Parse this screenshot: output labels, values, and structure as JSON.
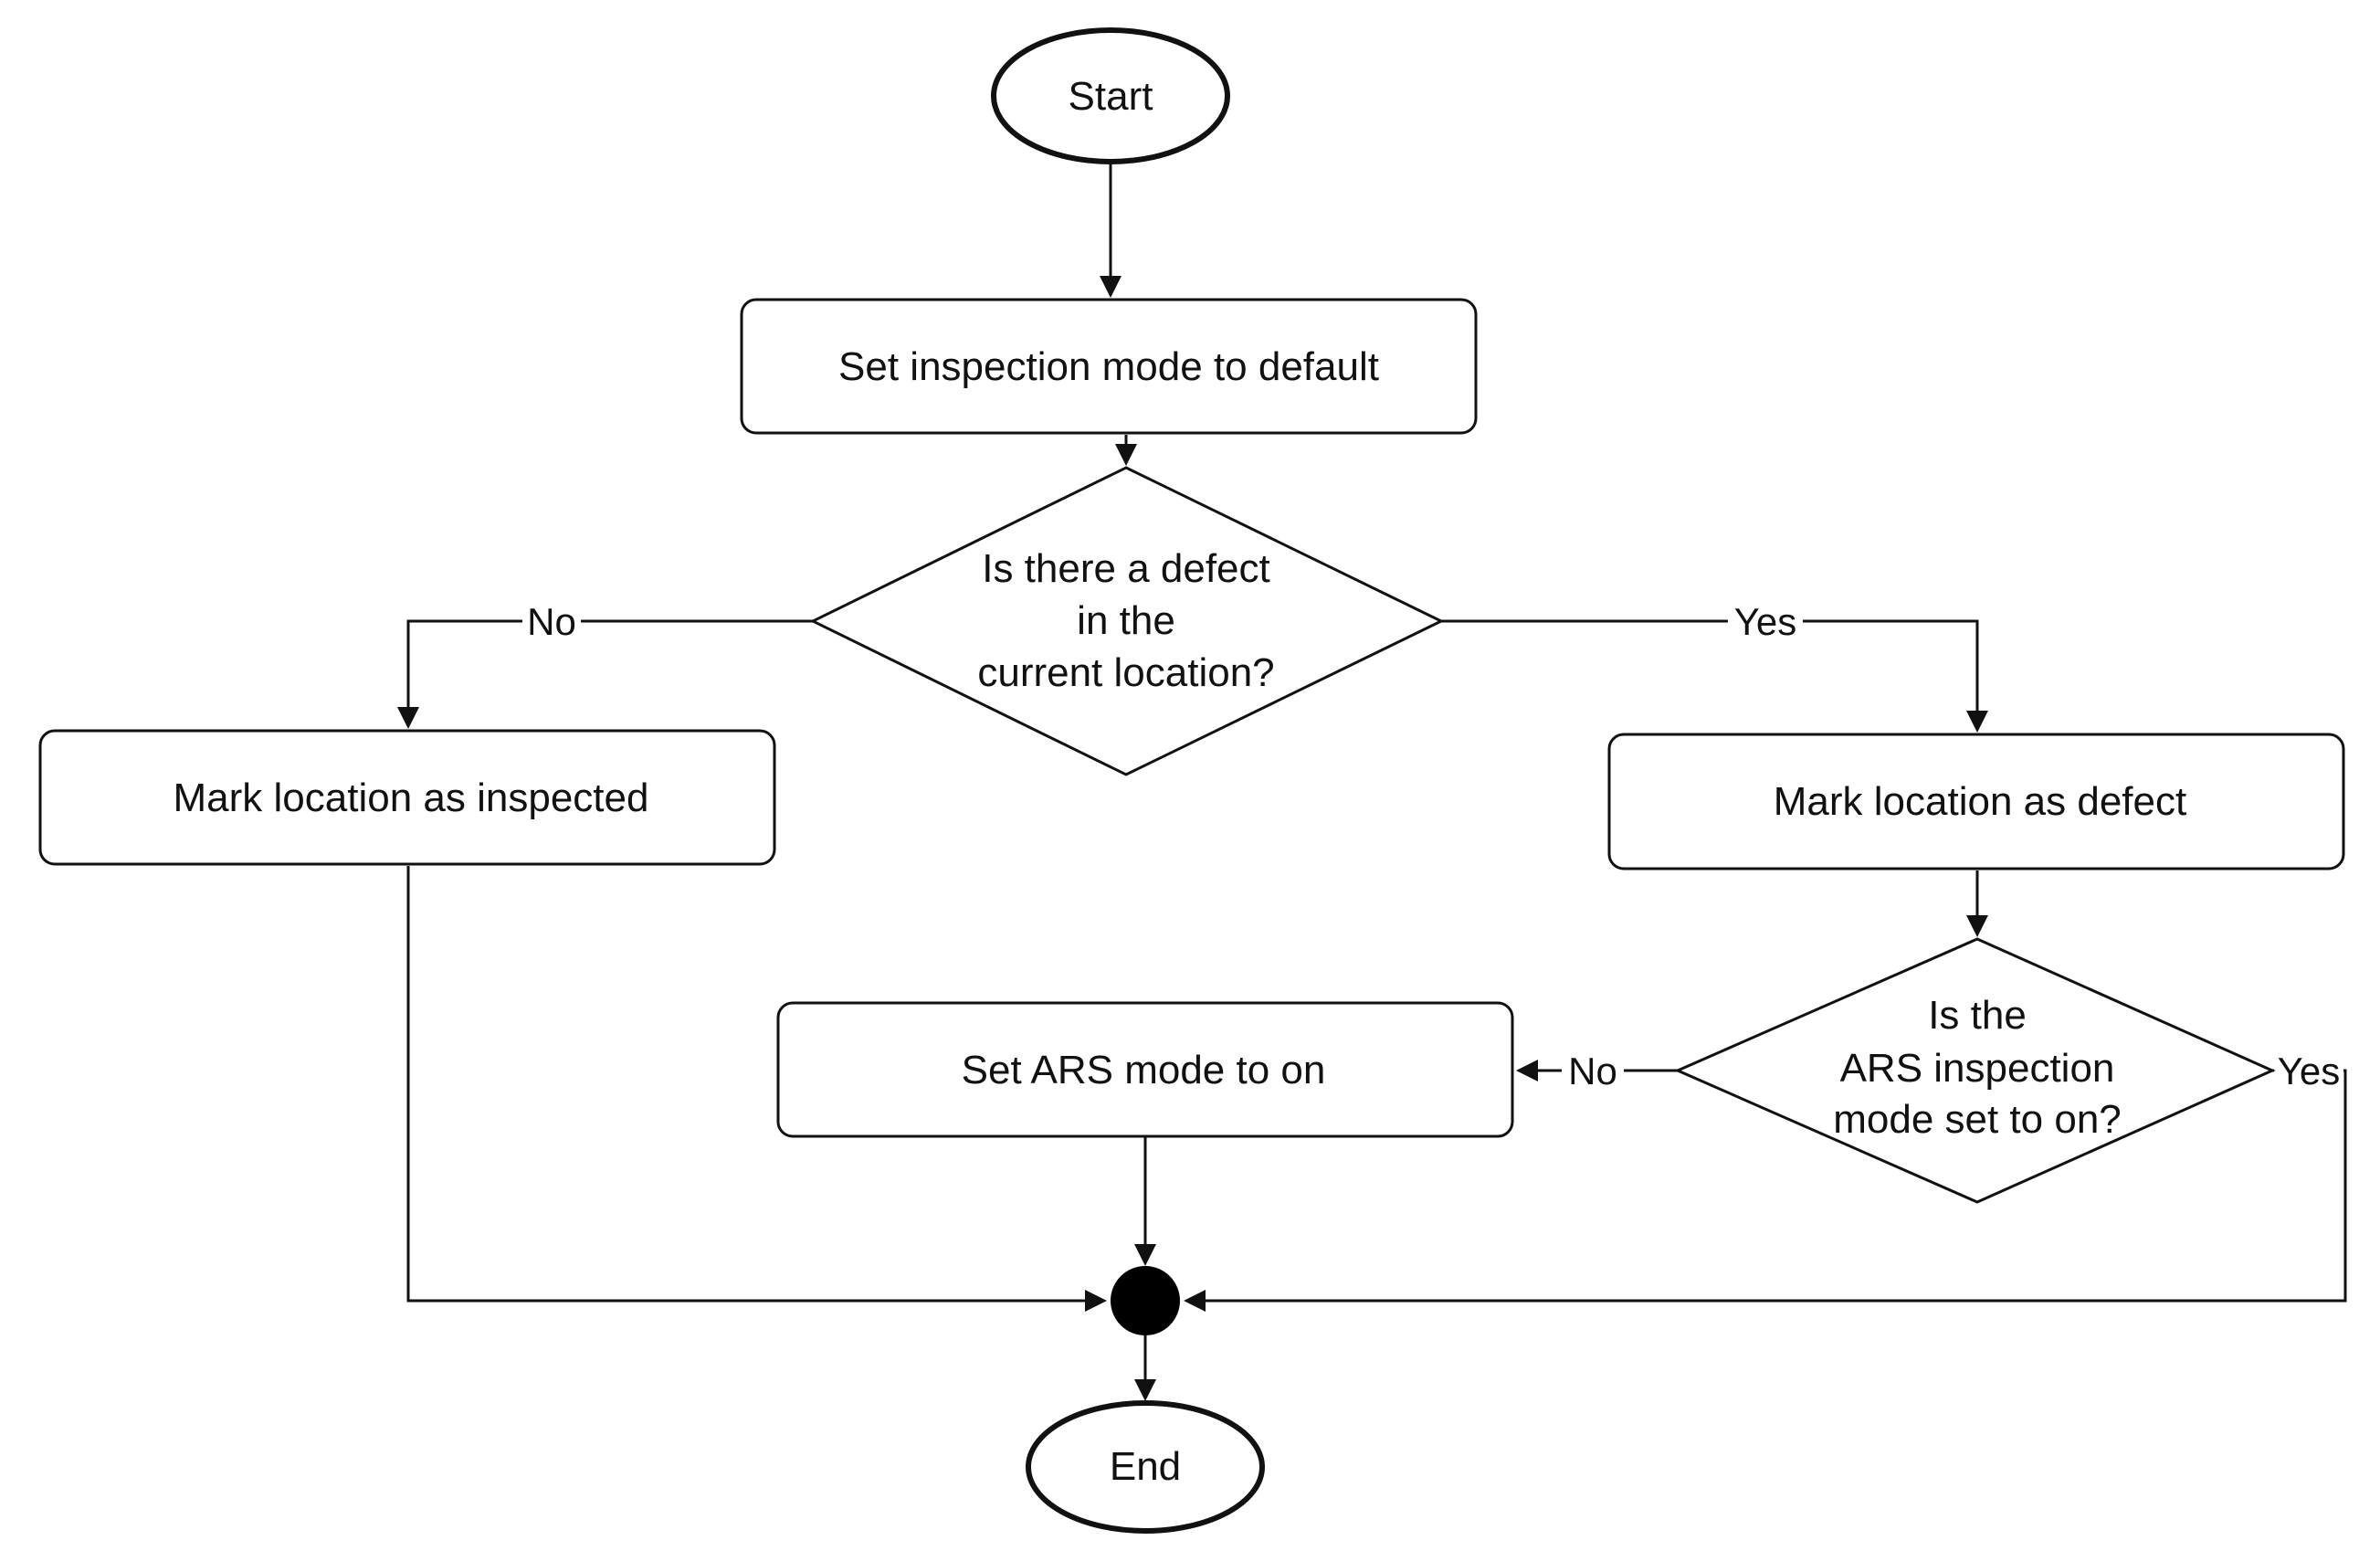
{
  "nodes": {
    "start": "Start",
    "set_default": "Set inspection mode to default",
    "defect_question": [
      "Is there a defect",
      "in the",
      "current location?"
    ],
    "mark_inspected": "Mark location as inspected",
    "mark_defect": "Mark location as defect",
    "ars_question": [
      "Is the",
      "ARS inspection",
      "mode set to on?"
    ],
    "set_ars_on": "Set ARS mode to on",
    "end": "End"
  },
  "edges": {
    "defect_no": "No",
    "defect_yes": "Yes",
    "ars_no": "No",
    "ars_yes": "Yes"
  },
  "colors": {
    "stroke": "#111111",
    "fill": "#ffffff",
    "merge_dot": "#000000"
  }
}
